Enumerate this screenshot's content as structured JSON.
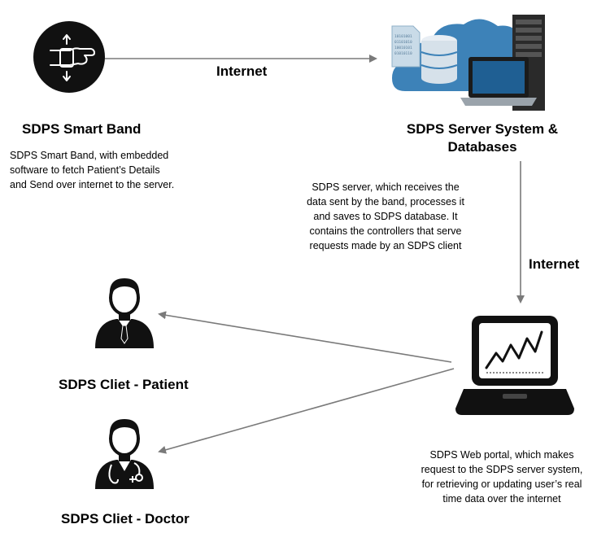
{
  "nodes": {
    "band": {
      "title": "SDPS Smart Band",
      "desc_lines": [
        "SDPS Smart Band, with embedded",
        "software to fetch Patient’s Details",
        "and Send over internet to the server."
      ]
    },
    "server": {
      "title_lines": [
        "SDPS Server System &",
        "Databases"
      ],
      "desc_lines": [
        "SDPS server, which receives the",
        "data sent by the band, processes it",
        "and saves to SDPS database. It",
        "contains the controllers that serve",
        "requests made by an SDPS client"
      ]
    },
    "portal": {
      "desc_lines": [
        "SDPS Web portal, which makes",
        "request to the SDPS server system,",
        "for retrieving or updating  user’s real",
        "time data over the internet"
      ]
    },
    "patient": {
      "title": "SDPS Cliet - Patient"
    },
    "doctor": {
      "title": "SDPS Cliet - Doctor"
    }
  },
  "edges": {
    "band_to_server": "Internet",
    "server_to_portal": "Internet"
  },
  "colors": {
    "line": "#7a7a7a",
    "icon": "#111111",
    "cloud": "#3d82b8",
    "cloud_light": "#5e9fd0",
    "server_rack": "#2a2a2a",
    "screen": "#1f5f93"
  },
  "icons": [
    "smartwatch-icon",
    "server-cloud-database-icon",
    "laptop-chart-icon",
    "patient-avatar-icon",
    "doctor-avatar-icon"
  ]
}
